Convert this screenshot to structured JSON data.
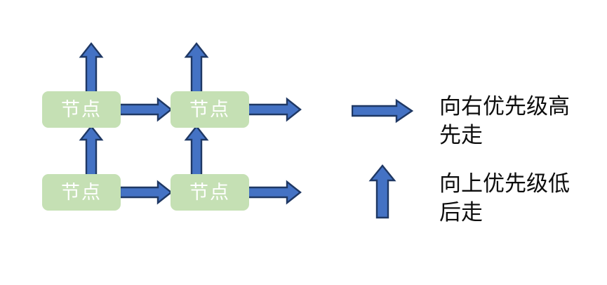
{
  "diagram": {
    "title": "",
    "background_color": "#FFFFFF",
    "node_fill_color": "#C5E0B4",
    "node_text_color": "#FFFFFF",
    "arrow_fill_color": "#4472C4",
    "arrow_border_color": "#1F3864",
    "legend_text_color": "#0D0D0D",
    "nodes": [
      {
        "id": "node-r1c1",
        "label": "节点",
        "row": 1,
        "col": 1
      },
      {
        "id": "node-r1c2",
        "label": "节点",
        "row": 1,
        "col": 2
      },
      {
        "id": "node-r2c1",
        "label": "节点",
        "row": 2,
        "col": 1
      },
      {
        "id": "node-r2c2",
        "label": "节点",
        "row": 2,
        "col": 2
      }
    ],
    "arrows": [
      {
        "id": "arrow-up-from-r1c1",
        "direction": "up",
        "from": "node-r1c1",
        "to": null
      },
      {
        "id": "arrow-up-from-r1c2",
        "direction": "up",
        "from": "node-r1c2",
        "to": null
      },
      {
        "id": "arrow-right-r1c1-to-r1c2",
        "direction": "right",
        "from": "node-r1c1",
        "to": "node-r1c2"
      },
      {
        "id": "arrow-right-from-r1c2",
        "direction": "right",
        "from": "node-r1c2",
        "to": null
      },
      {
        "id": "arrow-up-r2c1-to-r1c1",
        "direction": "up",
        "from": "node-r2c1",
        "to": "node-r1c1"
      },
      {
        "id": "arrow-up-r2c2-to-r1c2",
        "direction": "up",
        "from": "node-r2c2",
        "to": "node-r1c2"
      },
      {
        "id": "arrow-right-r2c1-to-r2c2",
        "direction": "right",
        "from": "node-r2c1",
        "to": "node-r2c2"
      },
      {
        "id": "arrow-right-from-r2c2",
        "direction": "right",
        "from": "node-r2c2",
        "to": null
      }
    ],
    "legend": {
      "items": [
        {
          "id": "legend-right",
          "icon": "right-arrow-icon",
          "direction": "right",
          "text": "向右优先级高\n先走"
        },
        {
          "id": "legend-up",
          "icon": "up-arrow-icon",
          "direction": "up",
          "text": "向上优先级低\n后走"
        }
      ]
    }
  }
}
